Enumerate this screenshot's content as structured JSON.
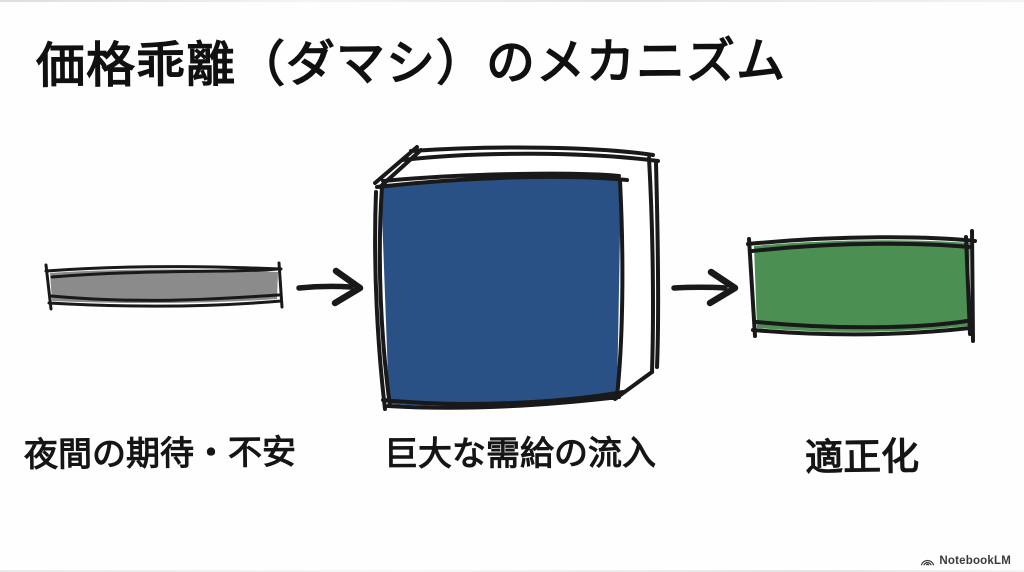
{
  "title": "価格乖離（ダマシ）のメカニズム",
  "diagram": {
    "steps": [
      {
        "id": "night-sentiment",
        "label": "夜間の期待・不安",
        "shape": "thin-gray-bar",
        "color": "#8b8b8b"
      },
      {
        "id": "huge-order-inflow",
        "label": "巨大な需給の流入",
        "shape": "large-blue-cube",
        "color": "#2a5186"
      },
      {
        "id": "normalization",
        "label": "適正化",
        "shape": "green-rectangle",
        "color": "#4c8f53"
      }
    ],
    "ink_color": "#191919",
    "cube_side_color": "#ffffff"
  },
  "watermark": {
    "label": "NotebookLM"
  },
  "background_color": "#fefefe"
}
